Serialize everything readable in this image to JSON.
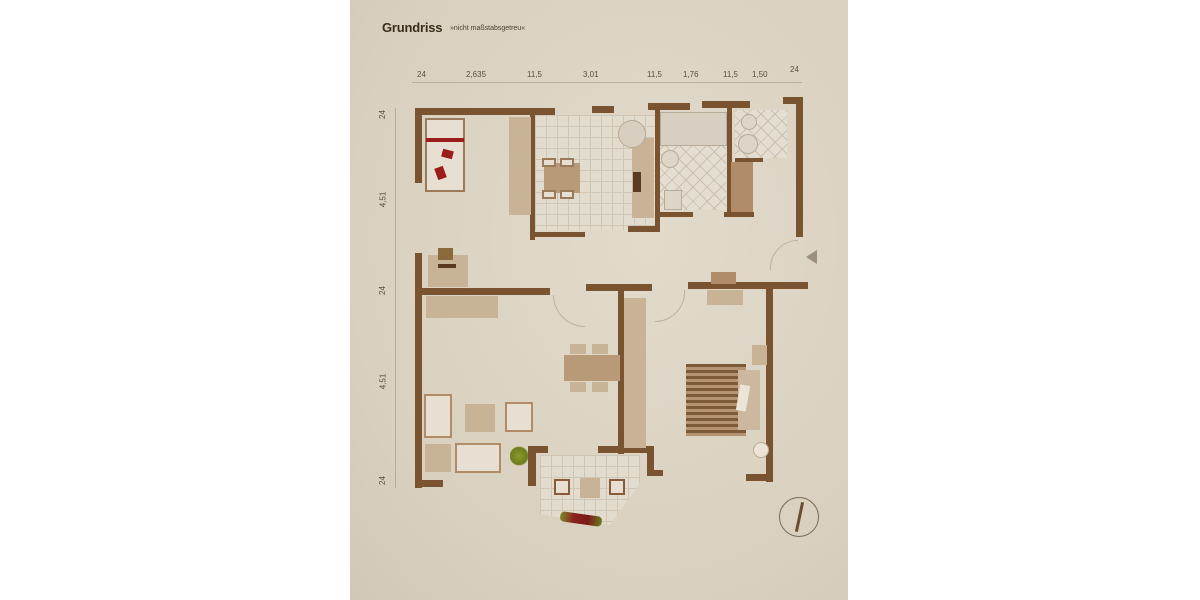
{
  "document": {
    "title": "Grundriss",
    "subtitle": "»nicht maßstabsgetreu«",
    "paper_color": "#dcd3c3",
    "wall_color": "#7a5431",
    "accent_red": "#9c1b1b"
  },
  "dimensions": {
    "top": [
      "24",
      "2,635",
      "11,5",
      "3,01",
      "11,5",
      "1,76",
      "11,5",
      "1,50",
      "24"
    ],
    "left": [
      "24",
      "4,51",
      "24",
      "4,51",
      "24"
    ]
  },
  "rooms": [
    {
      "id": "bedroom-small",
      "icon": "bed-icon",
      "furniture": [
        "single-bed",
        "red-pillows",
        "wardrobe",
        "desk"
      ]
    },
    {
      "id": "kitchen",
      "icon": "dining-table-icon",
      "furniture": [
        "dining-table-4-chairs",
        "kitchen-counter",
        "stove",
        "sink"
      ]
    },
    {
      "id": "bathroom",
      "icon": "bathtub-icon",
      "furniture": [
        "bathtub",
        "washbasin",
        "toilet"
      ]
    },
    {
      "id": "wc",
      "icon": "toilet-icon",
      "furniture": [
        "toilet",
        "washbasin"
      ]
    },
    {
      "id": "hallway",
      "icon": "entrance-icon",
      "furniture": [
        "entrance-marker",
        "console"
      ]
    },
    {
      "id": "living-room",
      "icon": "sofa-icon",
      "furniture": [
        "sofa",
        "two-armchairs",
        "coffee-table",
        "dining-table-4-chairs",
        "sideboard",
        "plant"
      ]
    },
    {
      "id": "master-bedroom",
      "icon": "double-bed-icon",
      "furniture": [
        "double-bed",
        "nightstands",
        "wardrobe",
        "dresser"
      ]
    },
    {
      "id": "balcony",
      "icon": "balcony-icon",
      "furniture": [
        "table",
        "two-chairs",
        "flower-box"
      ]
    }
  ],
  "compass": {
    "icon": "north-arrow-icon"
  },
  "entrance": {
    "icon": "entrance-arrow-icon"
  }
}
